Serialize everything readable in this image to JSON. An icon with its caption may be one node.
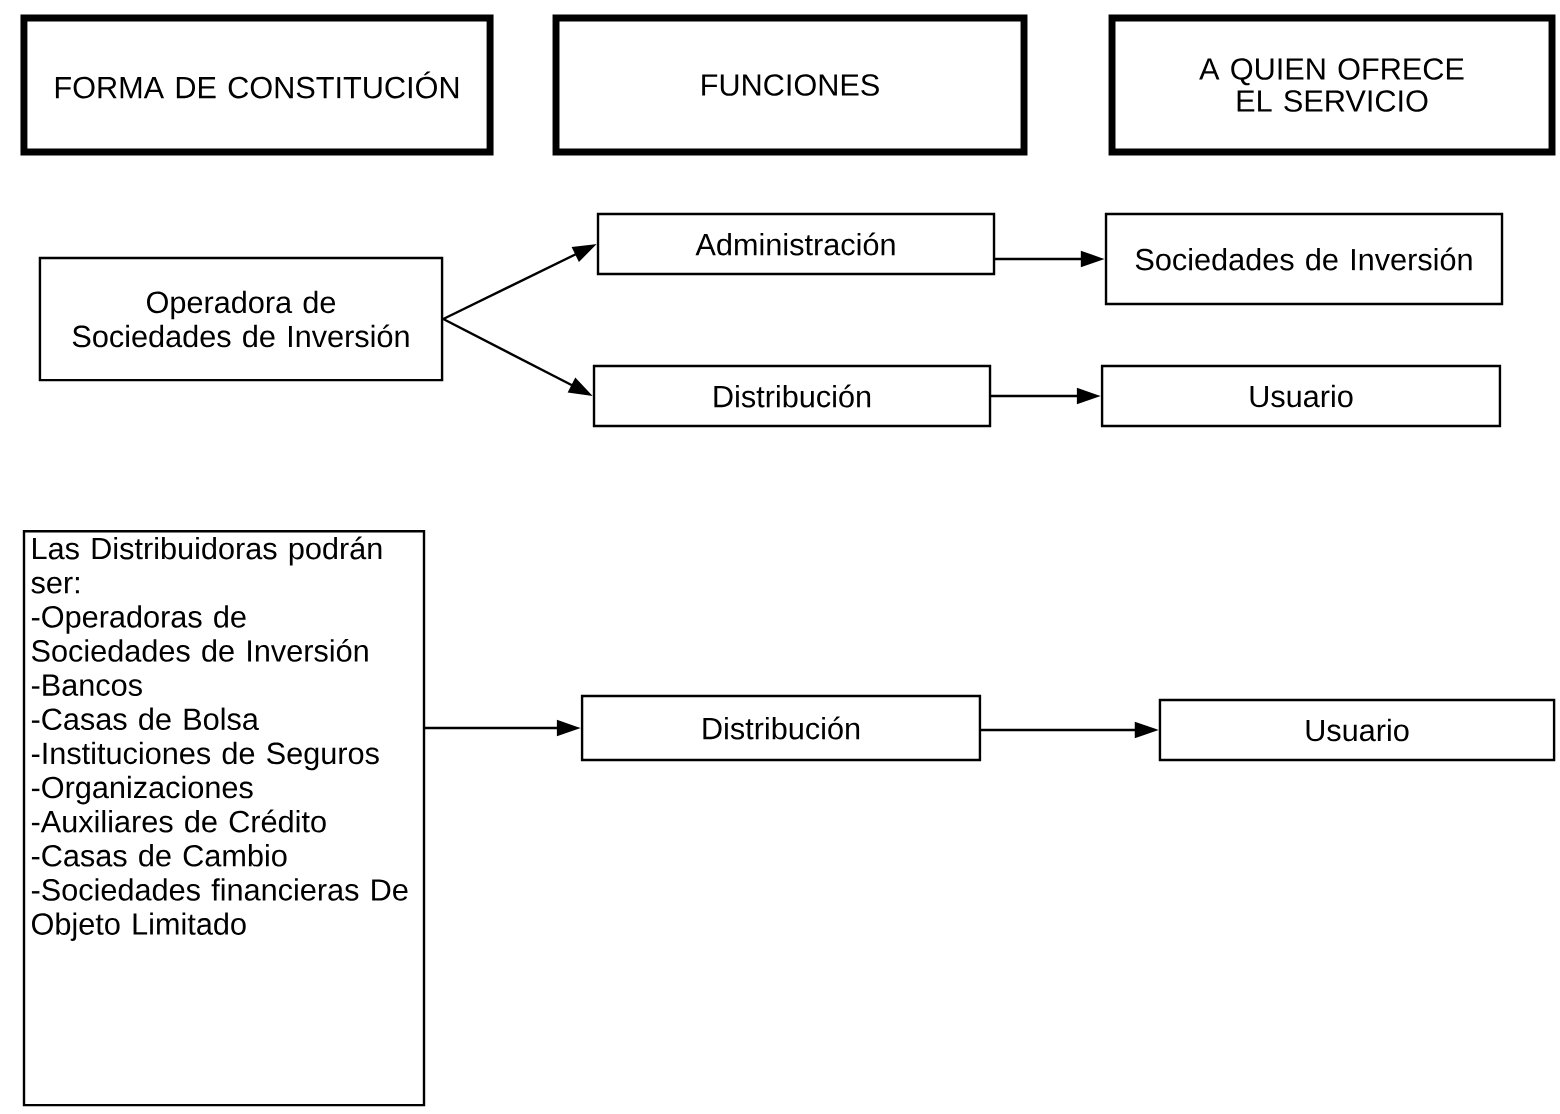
{
  "diagram": {
    "nodes": [
      {
        "text": [
          "FORMA DE CONSTITUCIÓN"
        ]
      },
      {
        "text": [
          "FUNCIONES"
        ]
      },
      {
        "text": [
          "A QUIEN OFRECE EL SERVICIO"
        ]
      },
      {
        "text": [
          "Operadora de Sociedades de Inversión"
        ]
      },
      {
        "text": [
          "Administración"
        ]
      },
      {
        "text": [
          "Sociedades de Inversión"
        ]
      },
      {
        "text": [
          "Distribución"
        ]
      },
      {
        "text": [
          "Usuario"
        ]
      },
      {
        "text": [
          "Las Distribuidoras podrán ser:",
          "-Operadoras de Sociedades de Inversión",
          "-Bancos",
          "-Casas de Bolsa",
          "-Instituciones de Seguros",
          "-Organizaciones",
          "-Auxiliares de Crédito",
          "-Casas de Cambio",
          "-Sociedades financieras De Objeto Limitado"
        ]
      },
      {
        "text": [
          "Distribución"
        ]
      },
      {
        "text": [
          "Usuario"
        ]
      }
    ],
    "edges": [
      {
        "from": 3,
        "to": 4,
        "arrow": "to"
      },
      {
        "from": 3,
        "to": 6,
        "arrow": "to"
      },
      {
        "from": 4,
        "to": 5,
        "arrow": "to"
      },
      {
        "from": 6,
        "to": 7,
        "arrow": "to"
      },
      {
        "from": 8,
        "to": 9,
        "arrow": "to"
      },
      {
        "from": 9,
        "to": 10,
        "arrow": "to"
      }
    ]
  }
}
